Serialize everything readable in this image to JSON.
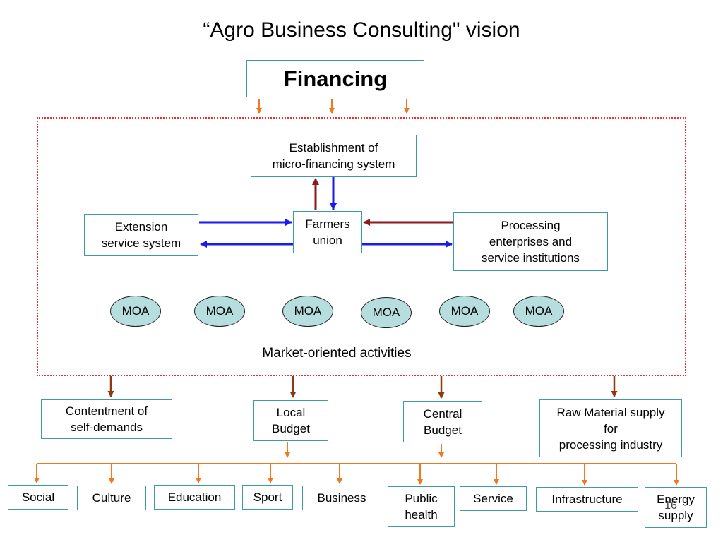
{
  "title": "“Agro Business Consulting\" vision",
  "financing": "Financing",
  "micro": "Establishment of\nmicro-financing system",
  "extension": "Extension\nservice system",
  "farmers": "Farmers\nunion",
  "processing": "Processing\nenterprises and\nservice institutions",
  "moa": [
    "MOA",
    "MOA",
    "MOA",
    "MOA",
    "MOA",
    "MOA"
  ],
  "market_label": "Market-oriented activities",
  "outputs": {
    "contentment": "Contentment of\nself-demands",
    "local": "Local\nBudget",
    "central": "Central\nBudget",
    "raw": "Raw Material supply\nfor\nprocessing industry"
  },
  "sectors": [
    "Social",
    "Culture",
    "Education",
    "Sport",
    "Business",
    "Public\nhealth",
    "Service",
    "Infrastructure",
    "Energy\nsupply"
  ],
  "page_number": "16",
  "colors": {
    "box_border": "#3e9aa5",
    "moa_fill": "#b7dedf",
    "frame": "#e03030",
    "orange": "#f07820",
    "blue": "#1a1aee",
    "maroon": "#8b1a1a",
    "brown": "#8b3a12"
  }
}
